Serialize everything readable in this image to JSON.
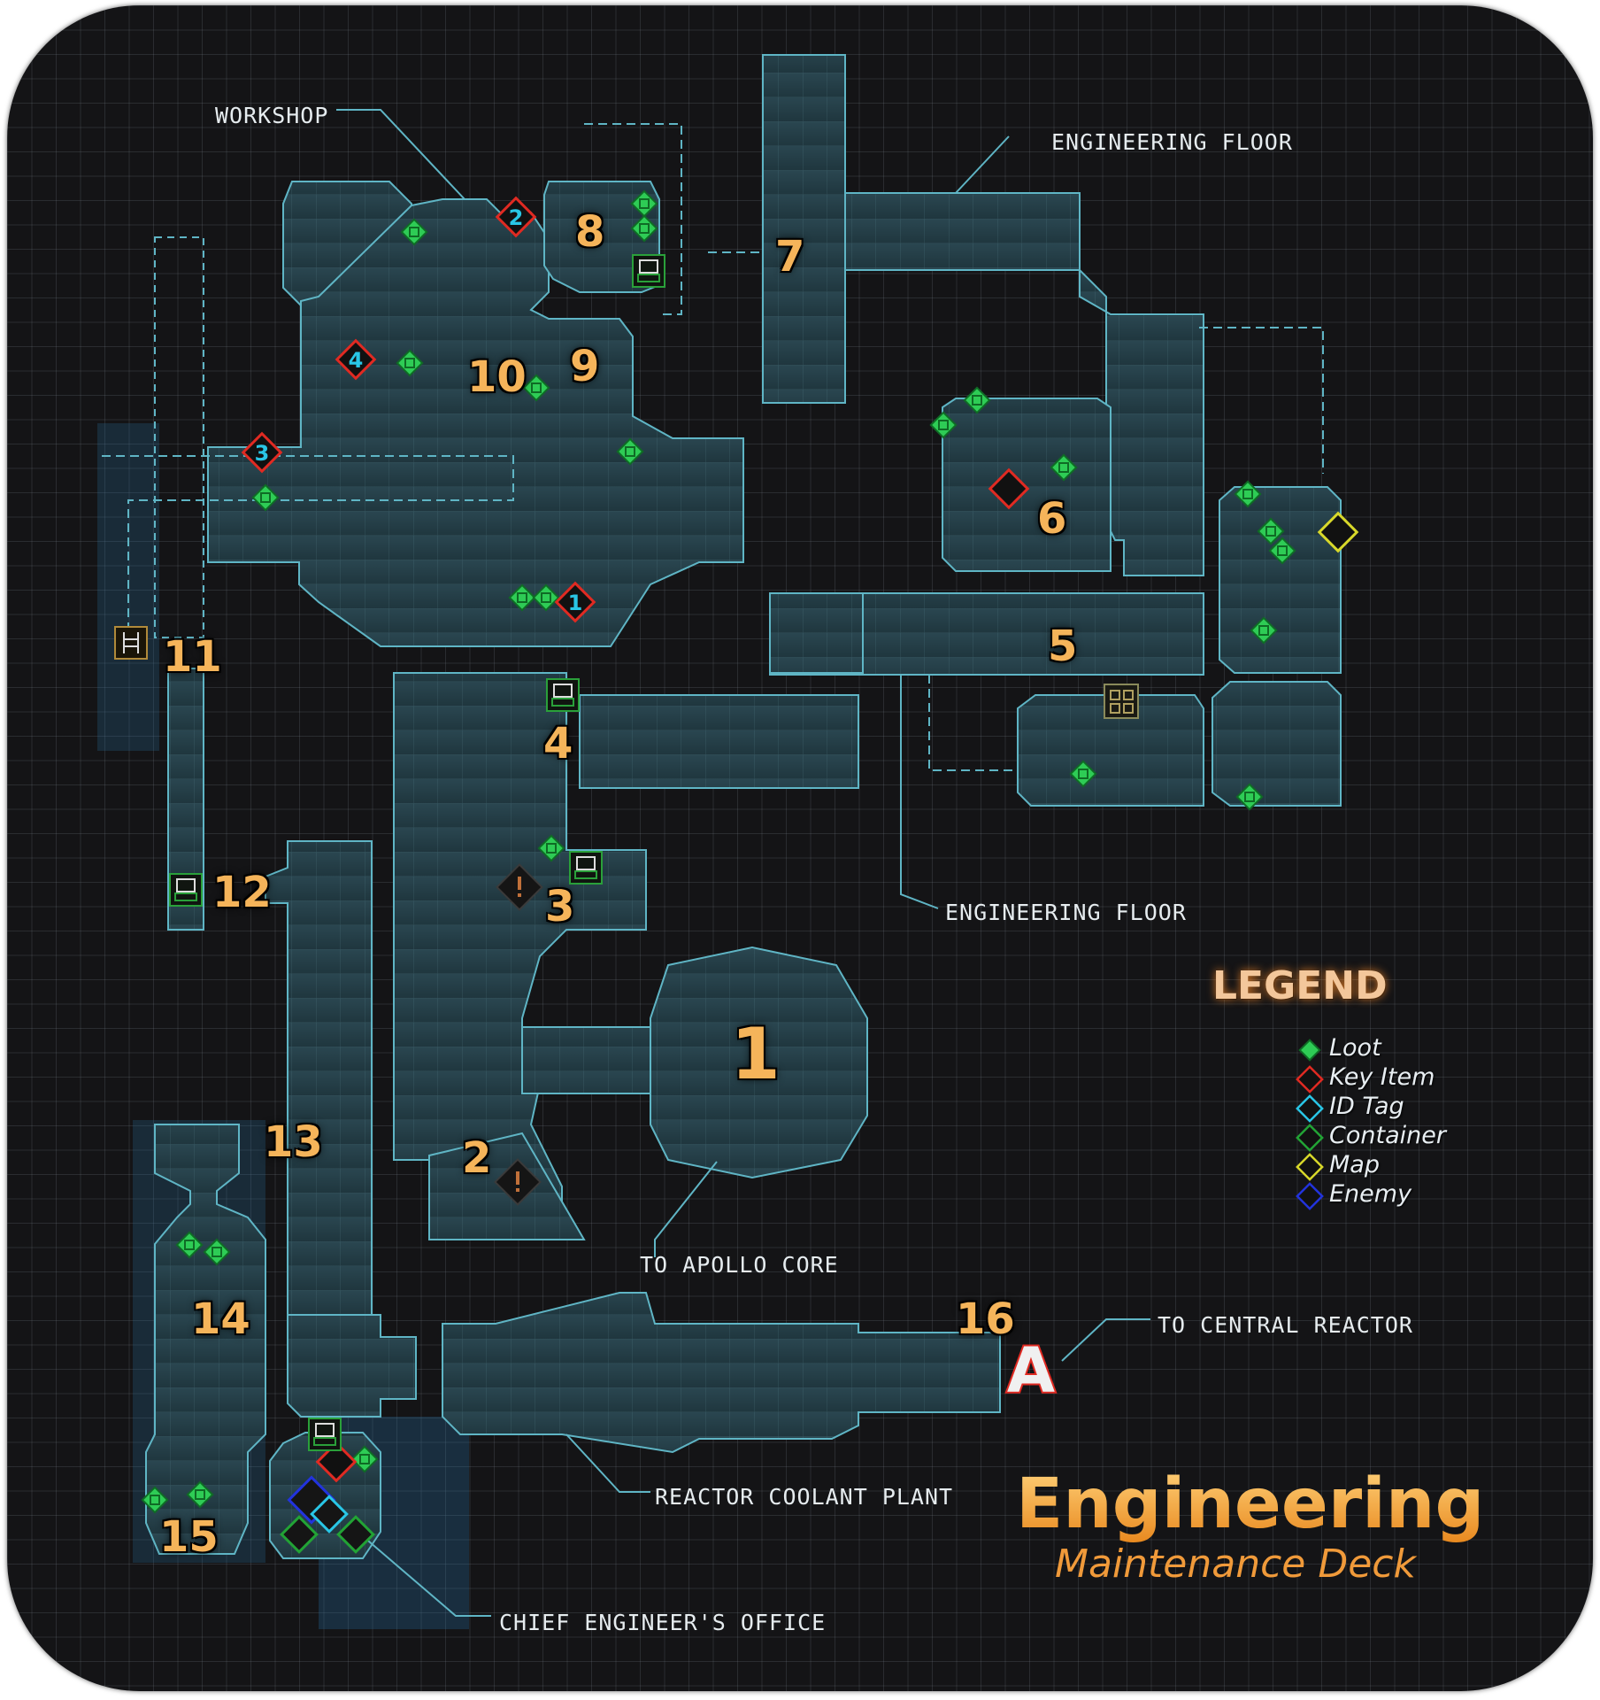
{
  "title": "Engineering",
  "subtitle": "Maintenance Deck",
  "area_labels": {
    "workshop": "WORKSHOP",
    "engineering_floor_top": "ENGINEERING FLOOR",
    "engineering_floor_mid": "ENGINEERING FLOOR",
    "apollo_core": "TO APOLLO CORE",
    "central_reactor": "TO CENTRAL REACTOR",
    "coolant_plant": "REACTOR COOLANT PLANT",
    "chief_office": "CHIEF ENGINEER'S OFFICE"
  },
  "location_numbers": [
    "1",
    "2",
    "3",
    "4",
    "5",
    "6",
    "7",
    "8",
    "9",
    "10",
    "11",
    "12",
    "13",
    "14",
    "15",
    "16"
  ],
  "key_item_numbers": [
    "1",
    "2",
    "3",
    "4"
  ],
  "entrance_marker": "A",
  "legend": {
    "title": "LEGEND",
    "items": [
      {
        "label": "Loot",
        "color": "#2ecc55",
        "icon": "loot-icon"
      },
      {
        "label": "Key Item",
        "color": "#e02a22",
        "icon": "key-item-icon"
      },
      {
        "label": "ID Tag",
        "color": "#29c6e6",
        "icon": "id-tag-icon"
      },
      {
        "label": "Container",
        "color": "#22a335",
        "icon": "container-icon"
      },
      {
        "label": "Map",
        "color": "#d8d82a",
        "icon": "map-icon"
      },
      {
        "label": "Enemy",
        "color": "#2233dd",
        "icon": "enemy-icon"
      }
    ]
  },
  "colors": {
    "background": "#141416",
    "room_fill": "#223a42",
    "room_stroke": "#5fb5c5",
    "number": "#f5b45a"
  }
}
